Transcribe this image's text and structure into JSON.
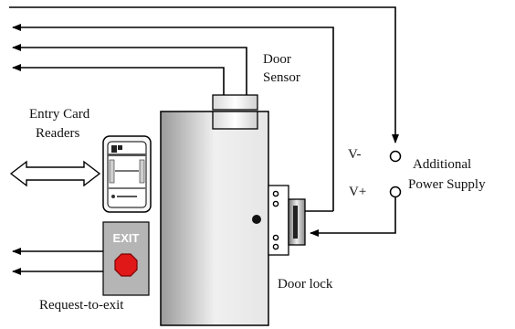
{
  "labels": {
    "door_sensor_line1": "Door",
    "door_sensor_line2": "Sensor",
    "entry_card_line1": "Entry Card",
    "entry_card_line2": "Readers",
    "v_minus": "V-",
    "v_plus": "V+",
    "additional_line1": "Additional",
    "additional_line2": "Power Supply",
    "exit_button": "EXIT",
    "request_to_exit": "Request-to-exit",
    "door_lock": "Door lock"
  },
  "colors": {
    "line": "#000000",
    "exit_box": "#b5b5b5",
    "exit_button": "#e01818",
    "door_light": "#f2f2f2",
    "door_dark": "#9a9a9a"
  },
  "icons": [
    "card-reader-icon",
    "exit-stop-button-icon",
    "bidirectional-arrow-icon",
    "terminal-circle-icon",
    "door-knob-icon"
  ]
}
